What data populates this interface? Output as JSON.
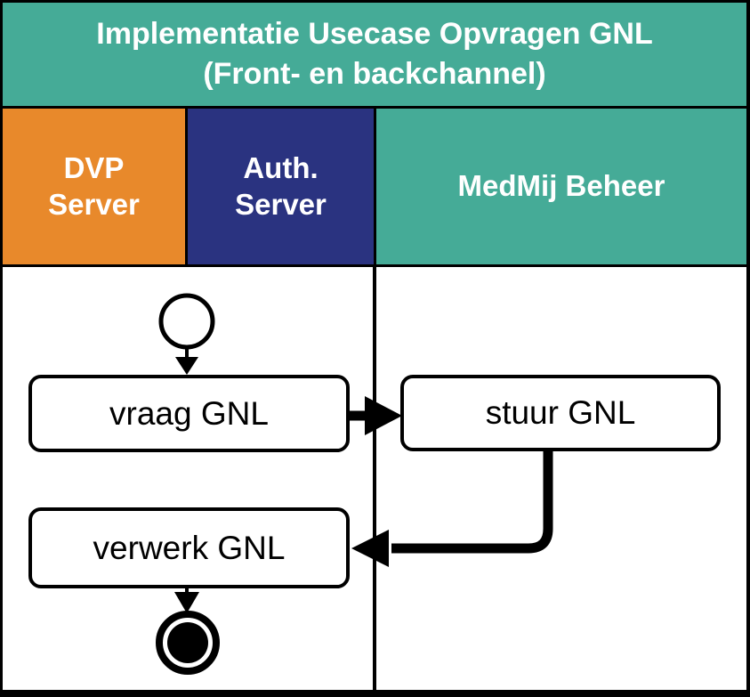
{
  "title": {
    "line1": "Implementatie Usecase Opvragen GNL",
    "line2": "(Front- en backchannel)"
  },
  "lanes": [
    {
      "label": "DVP Server",
      "color": "#E8892B"
    },
    {
      "label": "Auth. Server",
      "color": "#2A3380"
    },
    {
      "label": "MedMij Beheer",
      "color": "#45AB97"
    }
  ],
  "diagram": {
    "nodes": [
      {
        "id": "start",
        "type": "start-event"
      },
      {
        "id": "vraag-gnl",
        "type": "activity",
        "label": "vraag GNL"
      },
      {
        "id": "stuur-gnl",
        "type": "activity",
        "label": "stuur GNL"
      },
      {
        "id": "verwerk-gnl",
        "type": "activity",
        "label": "verwerk GNL"
      },
      {
        "id": "end",
        "type": "end-event"
      }
    ],
    "edges": [
      {
        "from": "start",
        "to": "vraag-gnl"
      },
      {
        "from": "vraag-gnl",
        "to": "stuur-gnl"
      },
      {
        "from": "stuur-gnl",
        "to": "verwerk-gnl"
      },
      {
        "from": "verwerk-gnl",
        "to": "end"
      }
    ]
  },
  "colors": {
    "teal": "#45AB97",
    "orange": "#E8892B",
    "navy": "#2A3380",
    "line": "#000000",
    "activity_fill": "#FFFFFF",
    "header_text": "#FFFFFF",
    "activity_text": "#000000"
  }
}
